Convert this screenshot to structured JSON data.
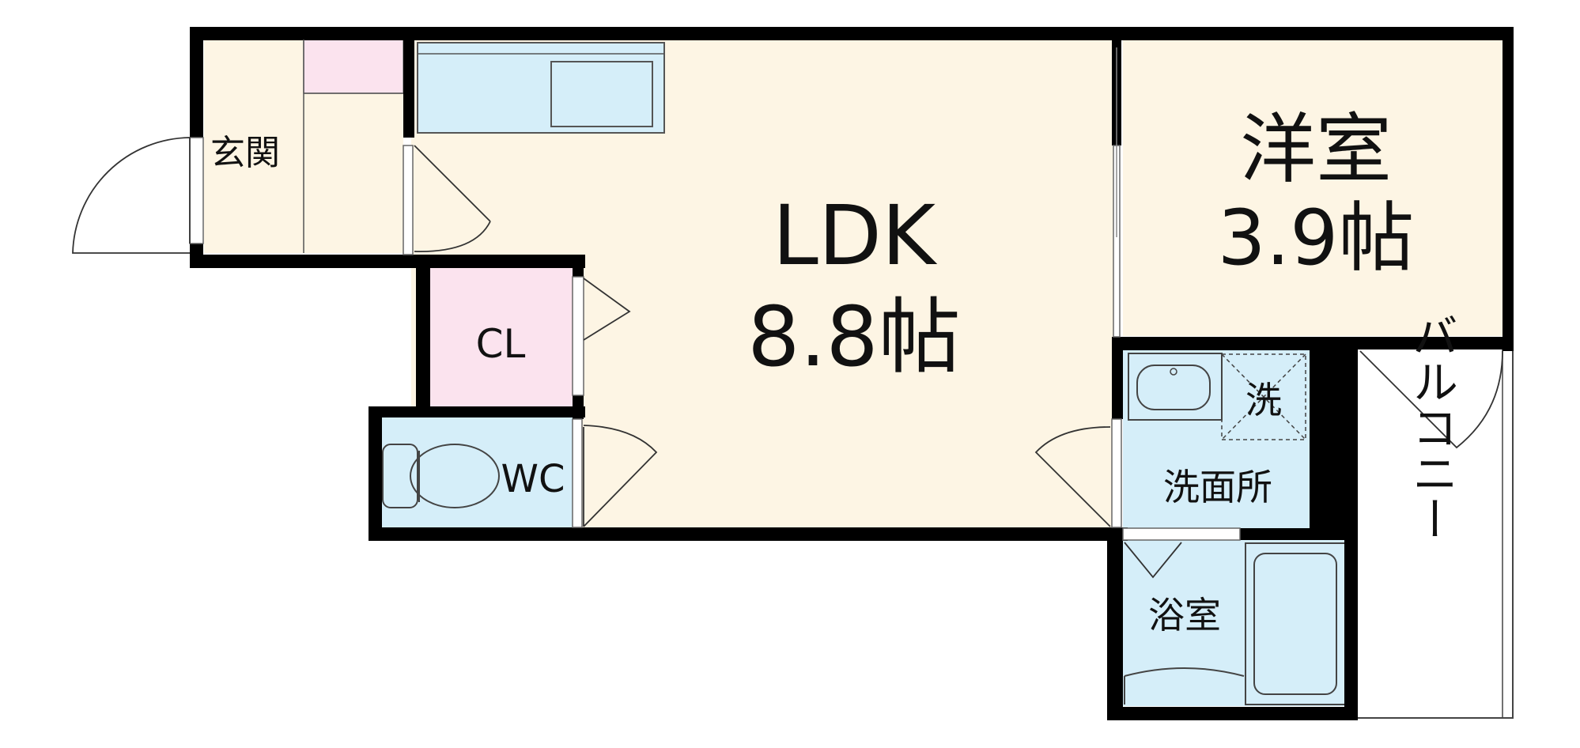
{
  "rooms": {
    "genkan": "玄関",
    "ldk_name": "LDK",
    "ldk_size": "8.8帖",
    "yoshitsu_name": "洋室",
    "yoshitsu_size": "3.9帖",
    "closet": "CL",
    "toilet": "WC",
    "washer": "洗",
    "senmenjo": "洗面所",
    "yokushitsu": "浴室",
    "balcony": "バルコニー"
  },
  "colors": {
    "floor": "#fdf5e4",
    "closet": "#fbe3ee",
    "wet_area": "#d5eef9",
    "wall": "#000000"
  }
}
